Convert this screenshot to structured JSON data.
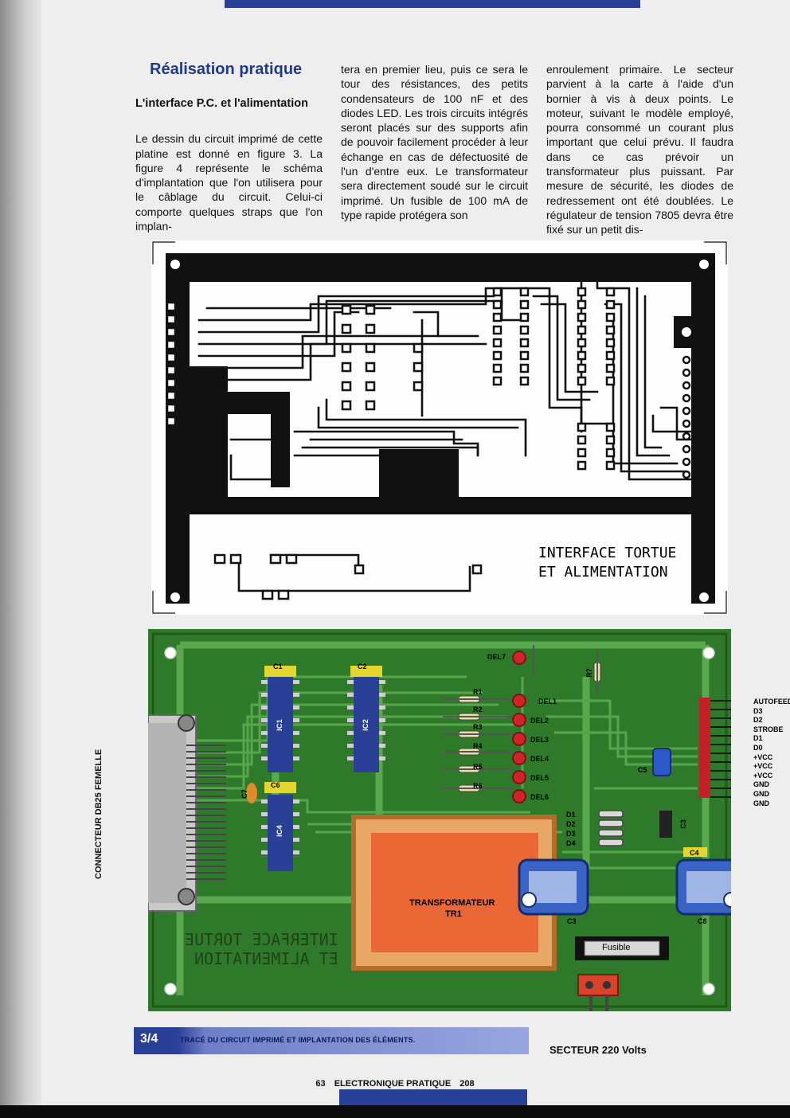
{
  "article": {
    "section_title": "Réalisation pratique",
    "subsection_title": "L'interface P.C. et l'alimentation",
    "col1_para": "Le dessin du circuit imprimé de cette platine est donné en figure 3. La figure 4 représente le schéma d'implantation que l'on utilisera pour le câblage du circuit. Celui-ci comporte quelques straps que l'on implan-",
    "col2_para": "tera en premier lieu, puis ce sera le tour des résistances, des petits condensateurs de 100 nF et des diodes LED. Les trois circuits intégrés seront placés sur des supports afin de pouvoir facilement procéder à leur échange en cas de défectuosité de l'un d'entre eux. Le transformateur sera directement soudé sur le circuit imprimé. Un fusible de 100 mA de type rapide protégera son",
    "col3_para": "enroulement primaire. Le secteur parvient à la carte à l'aide d'un bornier à vis à deux points. Le moteur, suivant le modèle employé, pourra consommé un courant plus important que celui prévu. Il faudra dans ce cas prévoir un transformateur plus puissant. Par mesure de sécurité, les diodes de redressement ont été doublées. Le régulateur de tension 7805 devra être fixé sur un petit dis-"
  },
  "pcb": {
    "title_line1": "INTERFACE TORTUE",
    "title_line2": "ET ALIMENTATION"
  },
  "board": {
    "connector_label": "CONNECTEUR DB25 FEMELLE",
    "ic1": "IC1",
    "ic2": "IC2",
    "ic4": "IC4",
    "c1": "C1",
    "c2": "C2",
    "c3": "C3",
    "c4": "C4",
    "c5": "C5",
    "c6": "C6",
    "c7": "C7",
    "c8": "C8",
    "del7": "DEL7",
    "del1": "DEL1",
    "del2": "DEL2",
    "del3": "DEL3",
    "del4": "DEL4",
    "del5": "DEL5",
    "del6": "DEL6",
    "r1": "R1",
    "r2": "R2",
    "r3": "R3",
    "r4": "R4",
    "r5": "R5",
    "r6": "R6",
    "r7": "R7",
    "d1": "D1",
    "d2": "D2",
    "d3": "D3",
    "d4": "D4",
    "transformer_line1": "TRANSFORMATEUR",
    "transformer_line2": "TR1",
    "fuse": "Fusible",
    "mirror_line1": "INTERFACE TORTUE",
    "mirror_line2": "ET ALIMENTATION",
    "mains_label": "SECTEUR 220 Volts",
    "signals": [
      "AUTOFEED",
      "D3",
      "D2",
      "STROBE",
      "D1",
      "D0",
      "+VCC",
      "+VCC",
      "+VCC",
      "GND",
      "GND",
      "GND"
    ]
  },
  "caption": {
    "number": "3/4",
    "text": "TRACÉ DU CIRCUIT IMPRIMÉ ET IMPLANTATION DES ÉLÉMENTS."
  },
  "footer": {
    "page": "63",
    "magazine": "ELECTRONIQUE PRATIQUE",
    "issue": "208"
  }
}
